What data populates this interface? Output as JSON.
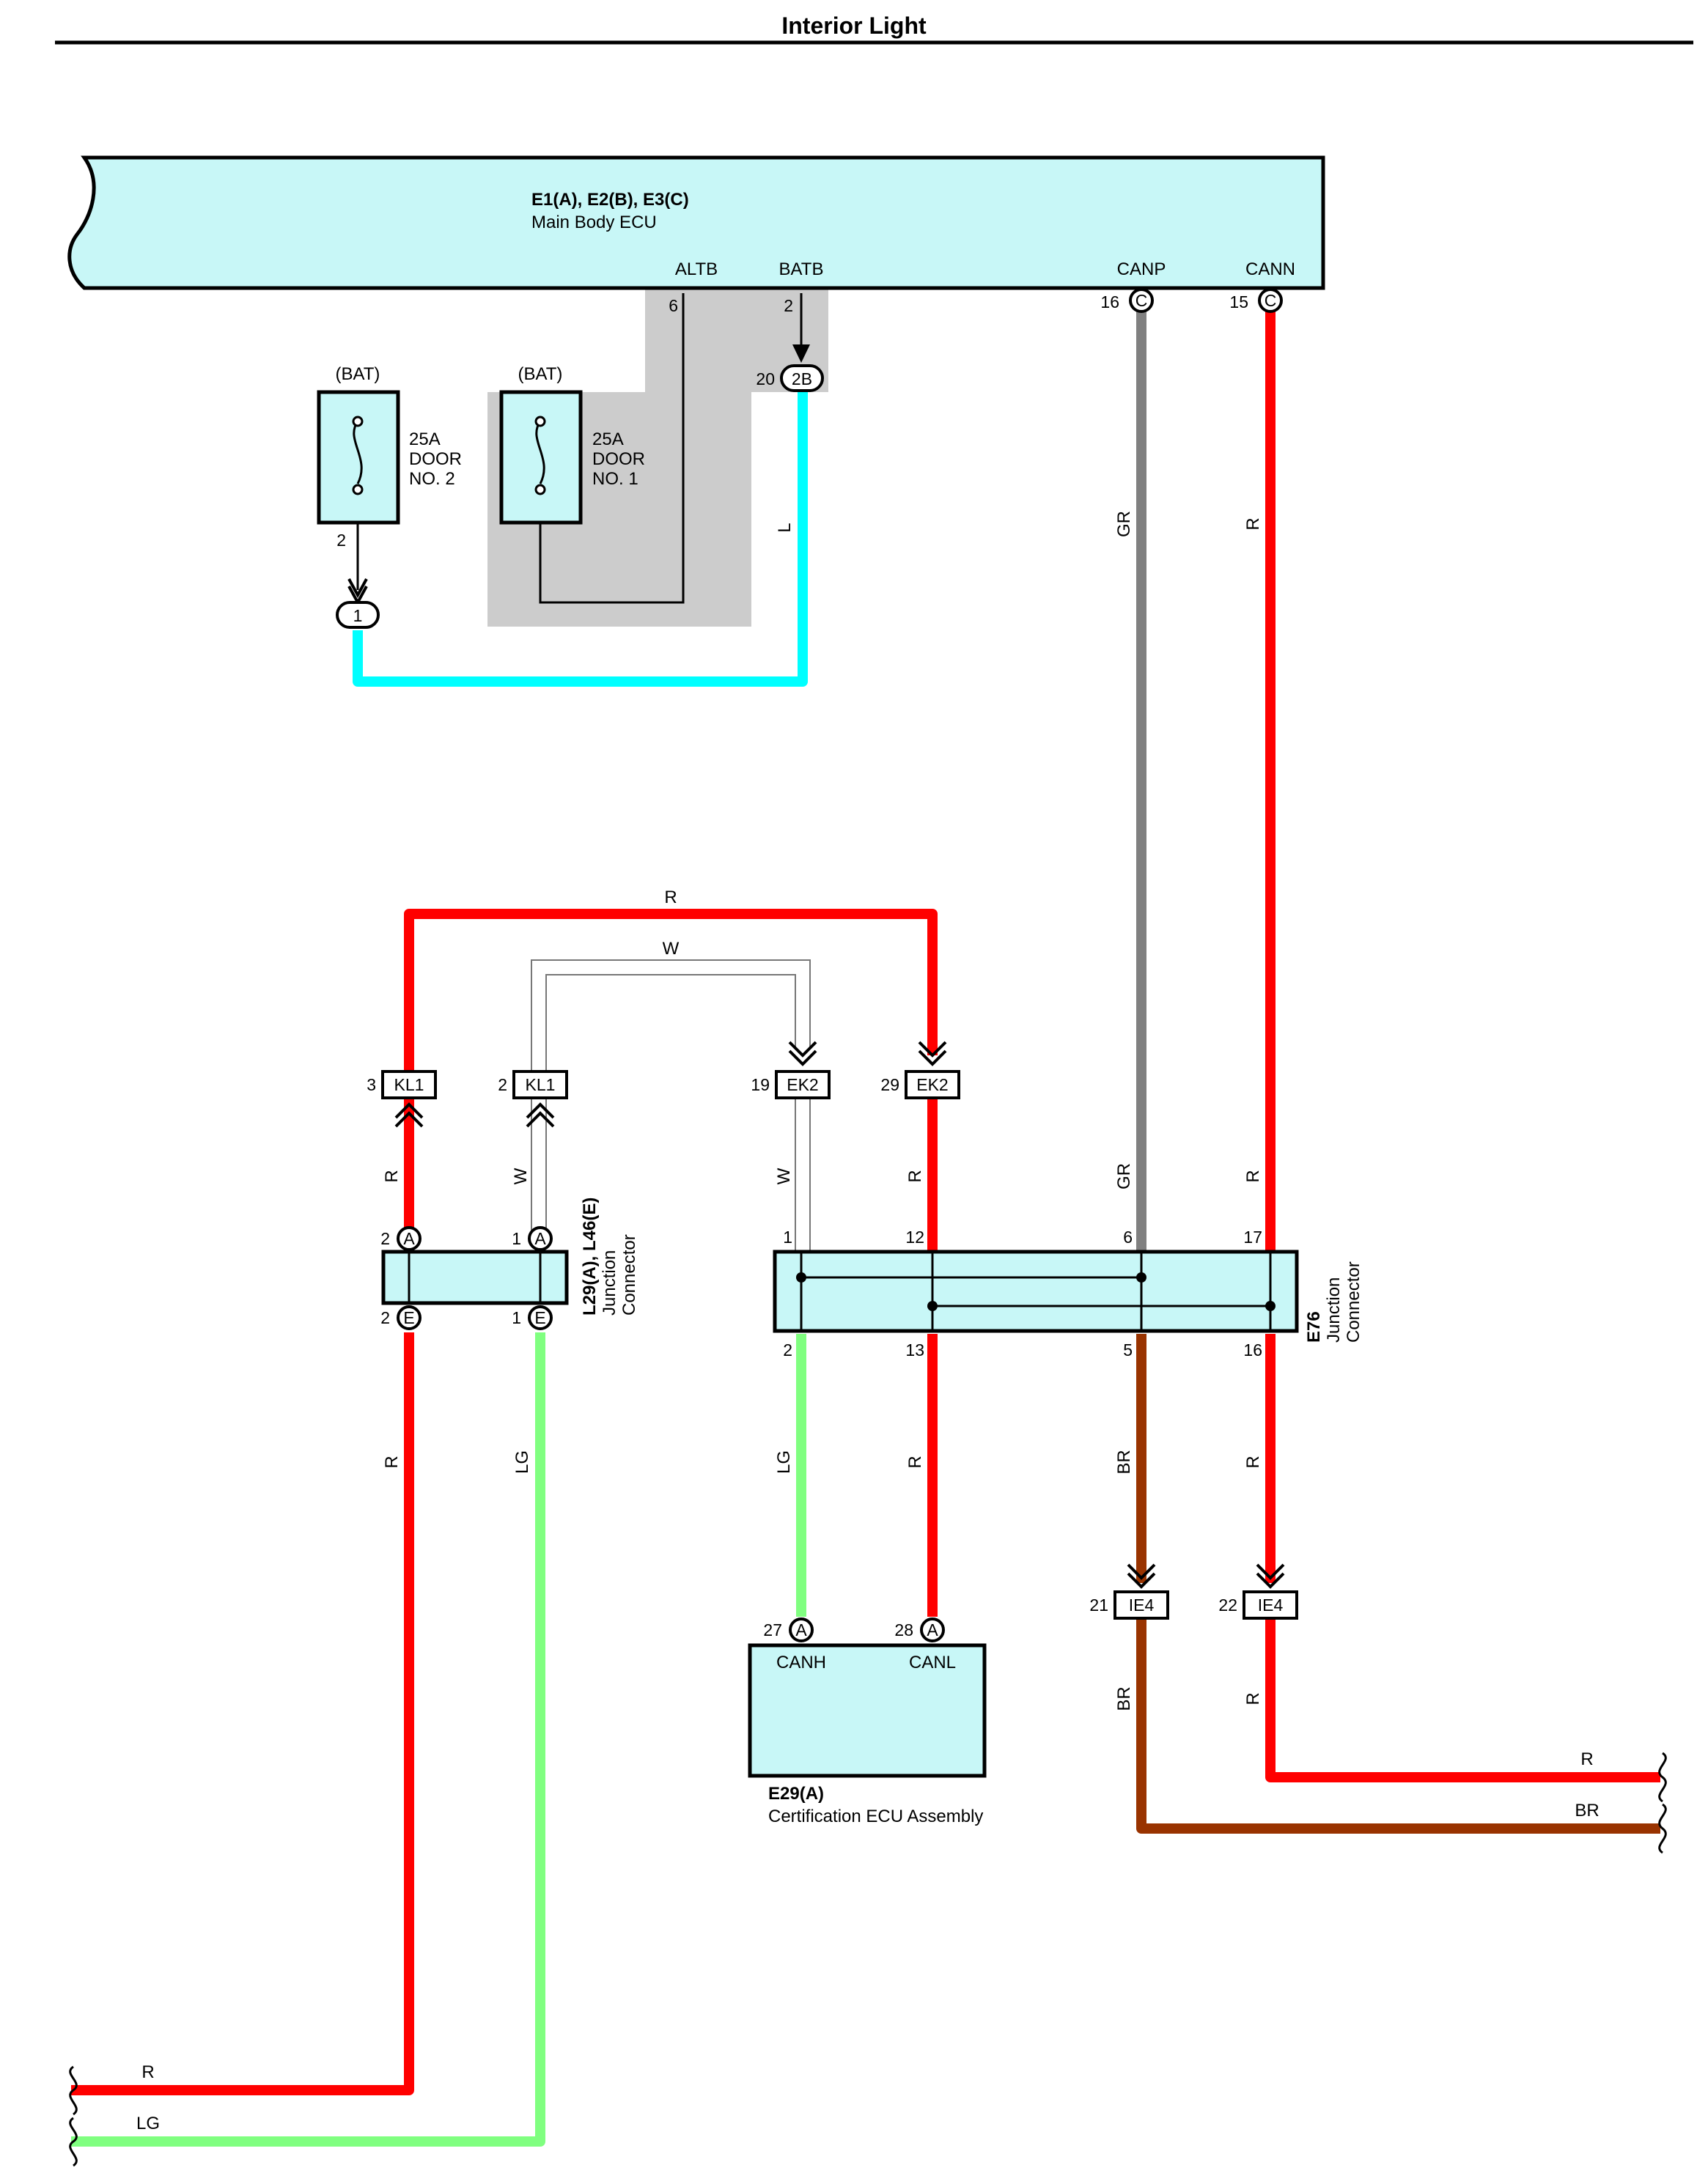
{
  "title": "Interior Light",
  "main_ecu": {
    "code": "E1(A), E2(B), E3(C)",
    "name": "Main Body ECU",
    "terminals": {
      "altb": "ALTB",
      "batb": "BATB",
      "canp": "CANP",
      "cann": "CANN"
    },
    "pins": {
      "altb": "6",
      "batb": "2",
      "canp": "16",
      "cann": "15",
      "conn_c": "C"
    }
  },
  "fuse2": {
    "source": "(BAT)",
    "rating": "25A",
    "line1": "DOOR",
    "line2": "NO. 2",
    "pin": "2",
    "conn": "1"
  },
  "fuse1": {
    "source": "(BAT)",
    "rating": "25A",
    "line1": "DOOR",
    "line2": "NO. 1"
  },
  "conn_2b": {
    "pin": "20",
    "label": "2B"
  },
  "connectors": {
    "kl1_3": {
      "pin": "3",
      "label": "KL1"
    },
    "kl1_2": {
      "pin": "2",
      "label": "KL1"
    },
    "ek2_19": {
      "pin": "19",
      "label": "EK2"
    },
    "ek2_29": {
      "pin": "29",
      "label": "EK2"
    },
    "ie4_21": {
      "pin": "21",
      "label": "IE4"
    },
    "ie4_22": {
      "pin": "22",
      "label": "IE4"
    }
  },
  "l29": {
    "code": "L29(A), L46(E)",
    "line1": "Junction",
    "line2": "Connector",
    "pin_a2": "2",
    "pin_a1": "1",
    "pin_e2": "2",
    "pin_e1": "1",
    "conn_a": "A",
    "conn_e": "E"
  },
  "e76": {
    "code": "E76",
    "line1": "Junction",
    "line2": "Connector",
    "pins_top": [
      "1",
      "12",
      "6",
      "17"
    ],
    "pins_bottom": [
      "2",
      "13",
      "5",
      "16"
    ]
  },
  "e29": {
    "code": "E29(A)",
    "name": "Certification ECU Assembly",
    "canh": "CANH",
    "canl": "CANL",
    "pin_canh": "27",
    "pin_canl": "28",
    "conn": "A"
  },
  "wire_labels": {
    "l": "L",
    "gr": "GR",
    "r": "R",
    "w": "W",
    "lg": "LG",
    "br": "BR"
  },
  "colors": {
    "red": "#ff0000",
    "cyan": "#00ffff",
    "gray": "#808080",
    "green": "#80ff80",
    "brown": "#993300",
    "box_fill": "#c8f7f7",
    "shade": "#cccccc"
  }
}
